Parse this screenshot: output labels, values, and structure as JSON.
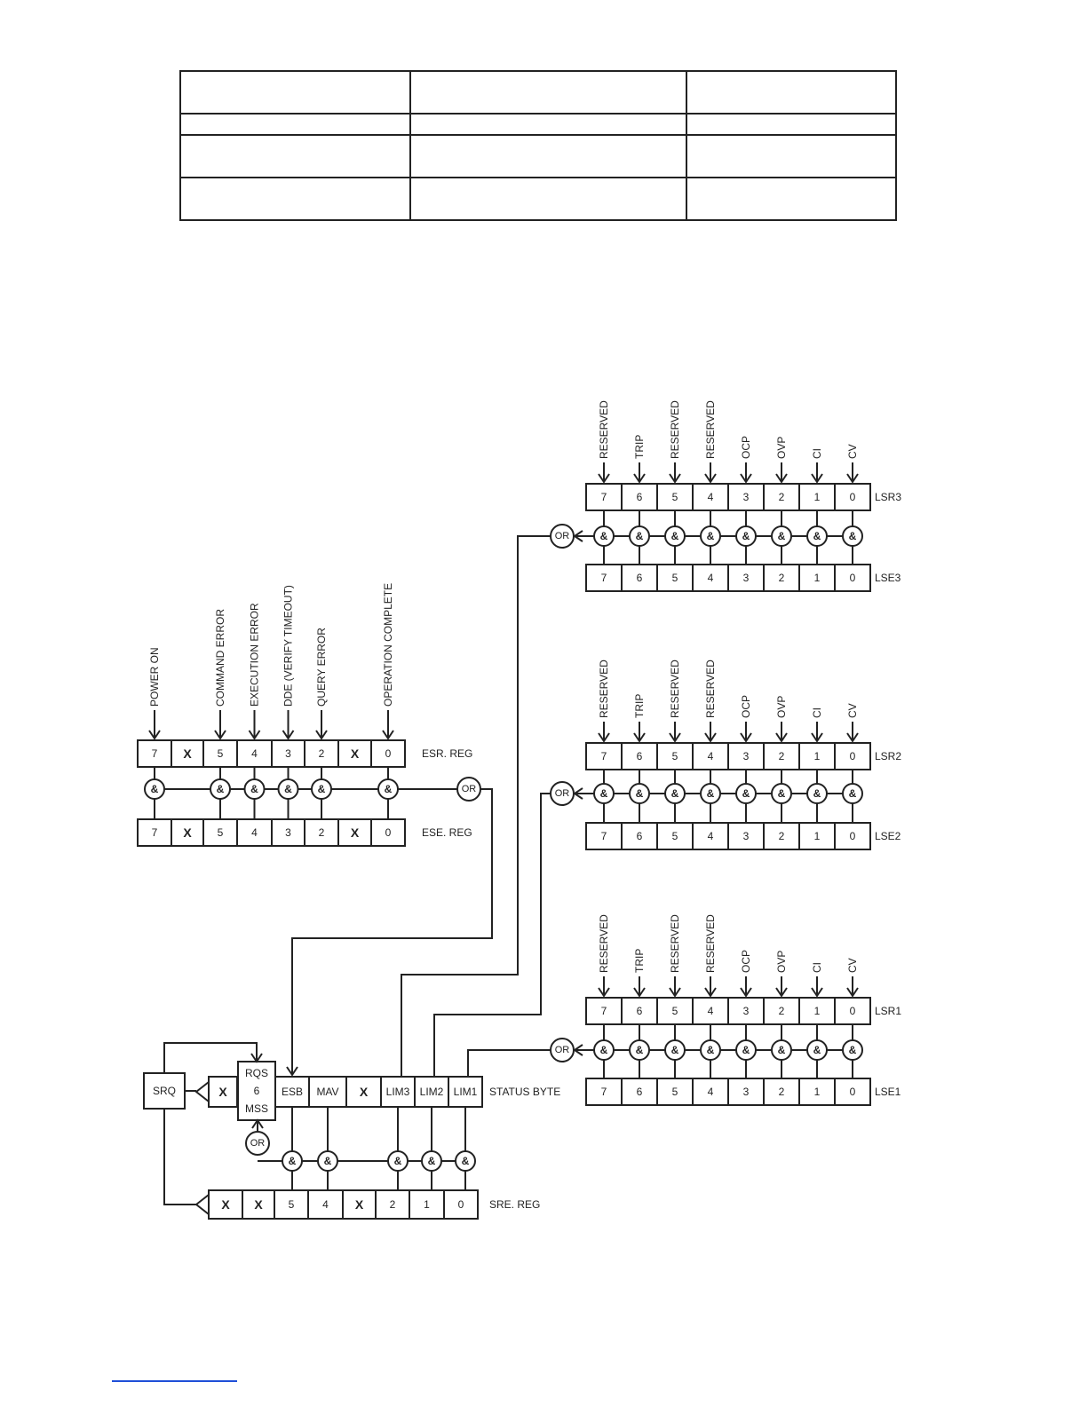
{
  "table": {
    "rows": [
      [
        "",
        "",
        ""
      ],
      [
        "",
        "",
        ""
      ],
      [
        "",
        "",
        ""
      ],
      [
        "",
        "",
        ""
      ]
    ]
  },
  "esr": {
    "reg_label": "ESR. REG",
    "ese_label": "ESE. REG",
    "esr_cells": [
      "7",
      "X",
      "5",
      "4",
      "3",
      "2",
      "X",
      "0"
    ],
    "ese_cells": [
      "7",
      "X",
      "5",
      "4",
      "3",
      "2",
      "X",
      "0"
    ],
    "inputs": [
      "POWER ON",
      "COMMAND ERROR",
      "EXECUTION ERROR",
      "DDE (VERIFY TIMEOUT)",
      "QUERY ERROR",
      "OPERATION COMPLETE"
    ]
  },
  "lsr": {
    "inputs": [
      "RESERVED",
      "TRIP",
      "RESERVED",
      "RESERVED",
      "OCP",
      "OVP",
      "CI",
      "CV"
    ],
    "cells": [
      "7",
      "6",
      "5",
      "4",
      "3",
      "2",
      "1",
      "0"
    ],
    "blocks": [
      {
        "reg": "LSR3",
        "enable": "LSE3"
      },
      {
        "reg": "LSR2",
        "enable": "LSE2"
      },
      {
        "reg": "LSR1",
        "enable": "LSE1"
      }
    ]
  },
  "status": {
    "label": "STATUS BYTE",
    "x_cell": "X",
    "rqs": [
      "RQS",
      "6",
      "MSS"
    ],
    "cells": [
      "ESB",
      "MAV",
      "X",
      "LIM3",
      "LIM2",
      "LIM1"
    ],
    "srq": "SRQ"
  },
  "sre": {
    "label": "SRE. REG",
    "cells": [
      "X",
      "X",
      "5",
      "4",
      "X",
      "2",
      "1",
      "0"
    ]
  },
  "gates": {
    "and": "&",
    "or": "OR"
  },
  "colors": {
    "ink": "#222222",
    "link_rule": "#1f4fd8"
  }
}
